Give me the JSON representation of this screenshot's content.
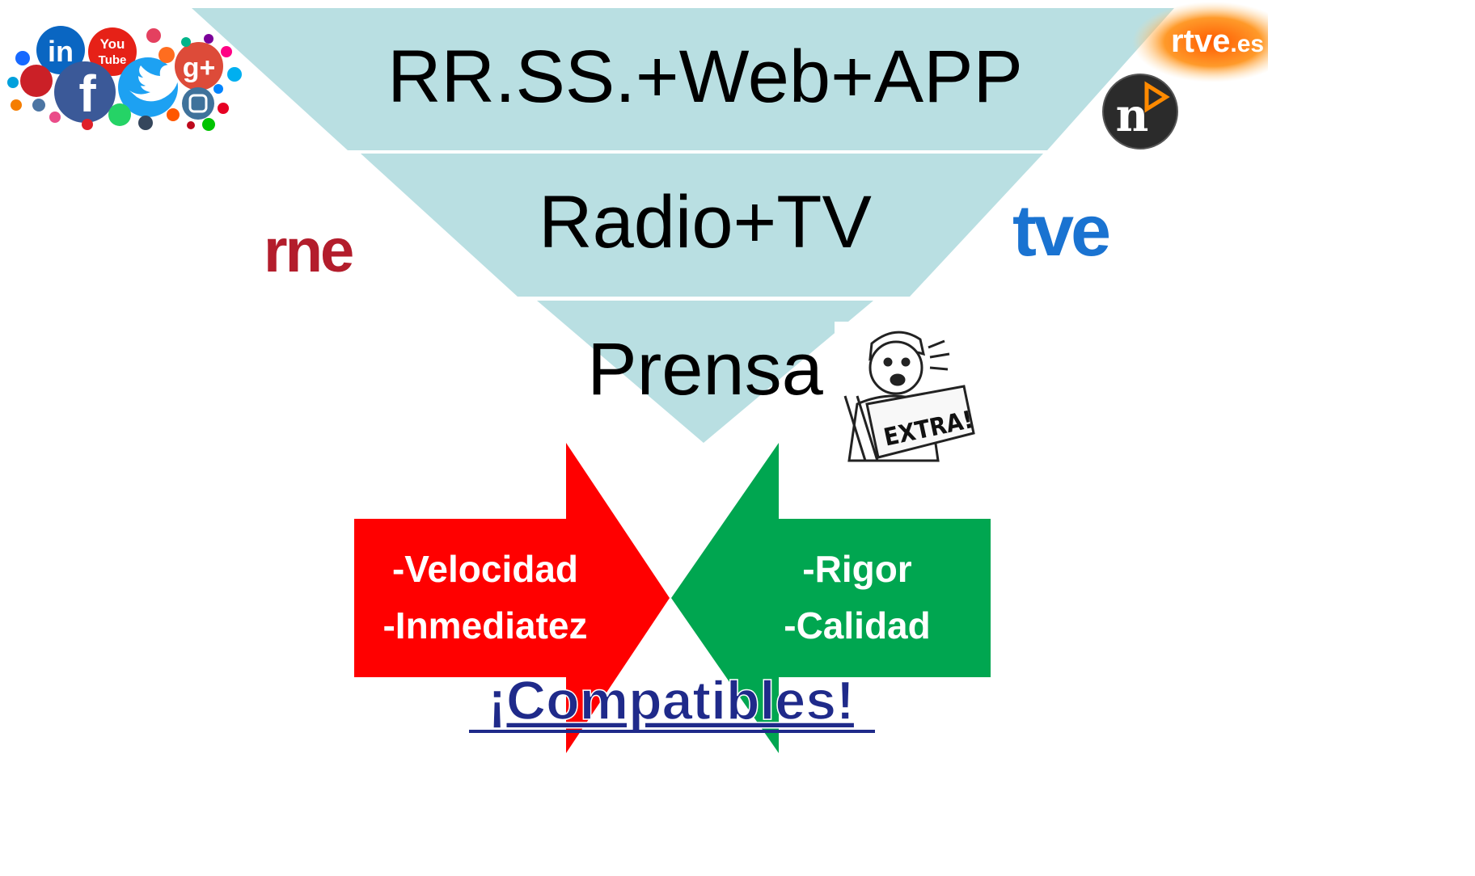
{
  "funnel": {
    "tiers": [
      {
        "label": "RR.SS.+Web+APP"
      },
      {
        "label": "Radio+TV"
      },
      {
        "label": "Prensa"
      }
    ],
    "fill_color": "#b9dfe2"
  },
  "arrows": {
    "left": {
      "color": "#ff0000",
      "lines": [
        "-Velocidad",
        "-Inmediatez"
      ]
    },
    "right": {
      "color": "#00a650",
      "lines": [
        "-Rigor",
        "-Calidad"
      ]
    }
  },
  "conclusion": "¡Compatibles!",
  "logos": {
    "social_cluster": {
      "icons": [
        "linkedin-icon",
        "youtube-icon",
        "facebook-icon",
        "twitter-icon",
        "google-plus-icon",
        "pinterest-icon",
        "instagram-icon",
        "whatsapp-icon",
        "tumblr-icon",
        "skype-icon"
      ],
      "youtube_text": [
        "You",
        "Tube"
      ],
      "linkedin_text": "in",
      "facebook_text": "f",
      "gplus_text": "g+"
    },
    "rtve": {
      "main": "rtve",
      "suffix": ".es",
      "glow_color": "#ff7a00"
    },
    "noticias": {
      "letter": "n",
      "accent": "#ff8a00"
    },
    "rne": {
      "text": "rne",
      "color": "#b31d2c"
    },
    "tve": {
      "text": "tve",
      "color": "#1a73d1"
    },
    "newsboy": {
      "headline": "EXTRA!"
    }
  }
}
